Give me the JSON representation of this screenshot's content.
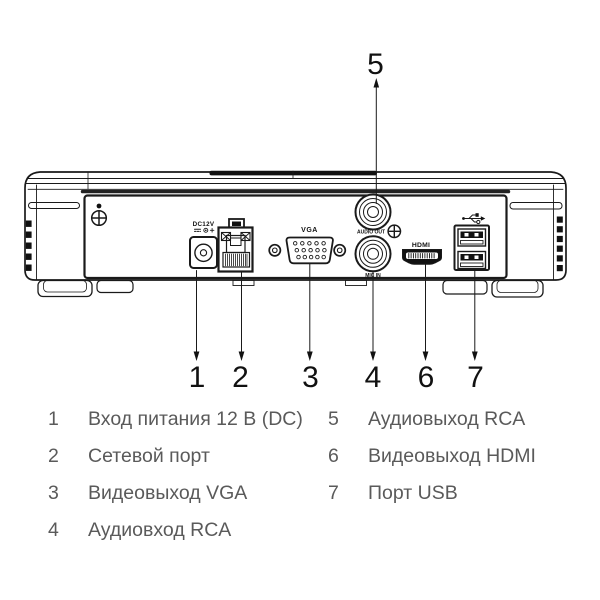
{
  "diagram": {
    "labels": {
      "power": "DC12V",
      "vga": "VGA",
      "audio_out": "AUDIO OUT",
      "mic_in": "MIC IN",
      "hdmi": "HDMI"
    },
    "callouts": {
      "n1": "1",
      "n2": "2",
      "n3": "3",
      "n4": "4",
      "n5": "5",
      "n6": "6",
      "n7": "7"
    }
  },
  "legend": {
    "left": [
      {
        "num": "1",
        "label": "Вход питания 12 В (DC)"
      },
      {
        "num": "2",
        "label": "Сетевой порт"
      },
      {
        "num": "3",
        "label": "Видеовыход VGA"
      },
      {
        "num": "4",
        "label": "Аудиовход RCA"
      }
    ],
    "right": [
      {
        "num": "5",
        "label": "Аудиовыход RCA"
      },
      {
        "num": "6",
        "label": "Видеовыход HDMI"
      },
      {
        "num": "7",
        "label": "Порт USB"
      }
    ]
  },
  "colors": {
    "line": "#1a1a1a",
    "legend_text": "#5a5a5a",
    "background": "#ffffff"
  }
}
